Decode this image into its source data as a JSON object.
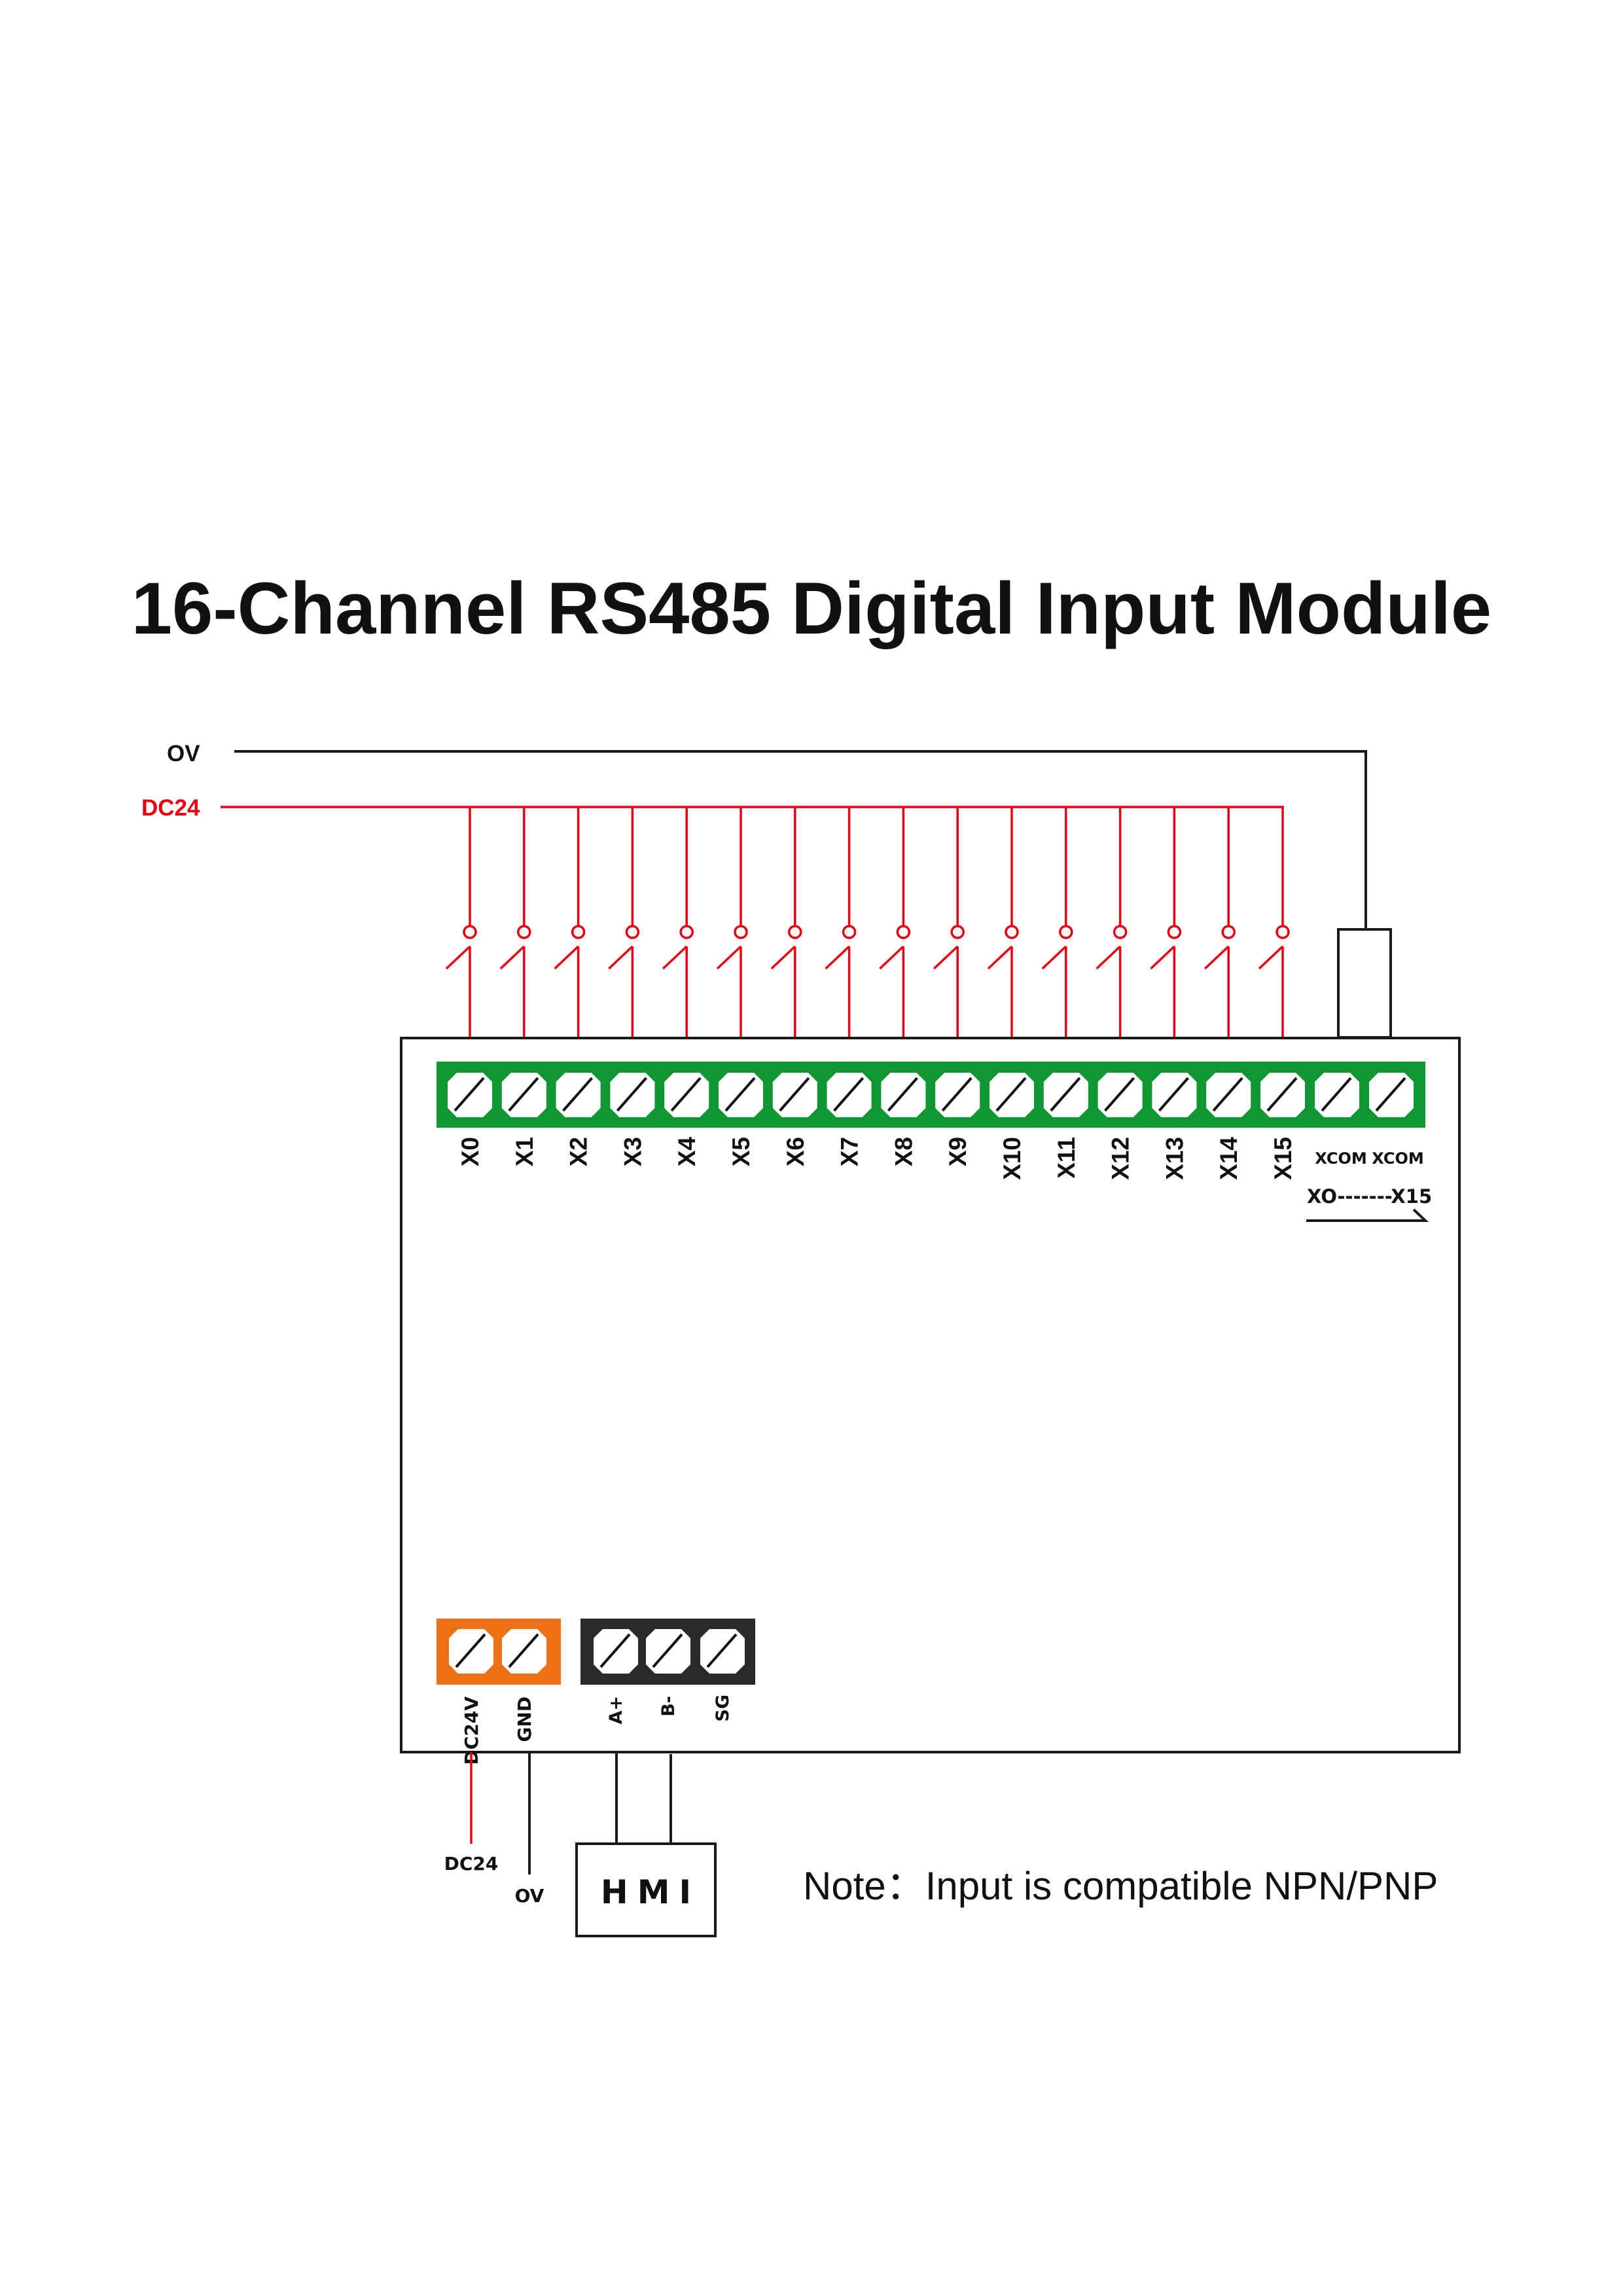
{
  "title": "16-Channel RS485 Digital Input Module",
  "colors": {
    "supply_positive": "#e60012",
    "supply_negative": "#1a1a1a",
    "input_terminal_block": "#109633",
    "power_terminal_block": "#ee7116",
    "comm_terminal_block": "#2a2a2a"
  },
  "rails": {
    "negative_label": "OV",
    "positive_label": "DC24"
  },
  "input_terminals": [
    "X0",
    "X1",
    "X2",
    "X3",
    "X4",
    "X5",
    "X6",
    "X7",
    "X8",
    "X9",
    "X10",
    "X11",
    "X12",
    "X13",
    "X14",
    "X15"
  ],
  "common_terminals": [
    "XCOM",
    "XCOM"
  ],
  "common_range_label": "XO-------X15",
  "power_terminals": [
    "DC24V",
    "GND"
  ],
  "comm_terminals": [
    "A+",
    "B-",
    "SG"
  ],
  "power_wire_labels": {
    "positive": "DC24",
    "negative": "OV"
  },
  "hmi_label": "HMI",
  "note": "Note：Input is compatible NPN/PNP"
}
